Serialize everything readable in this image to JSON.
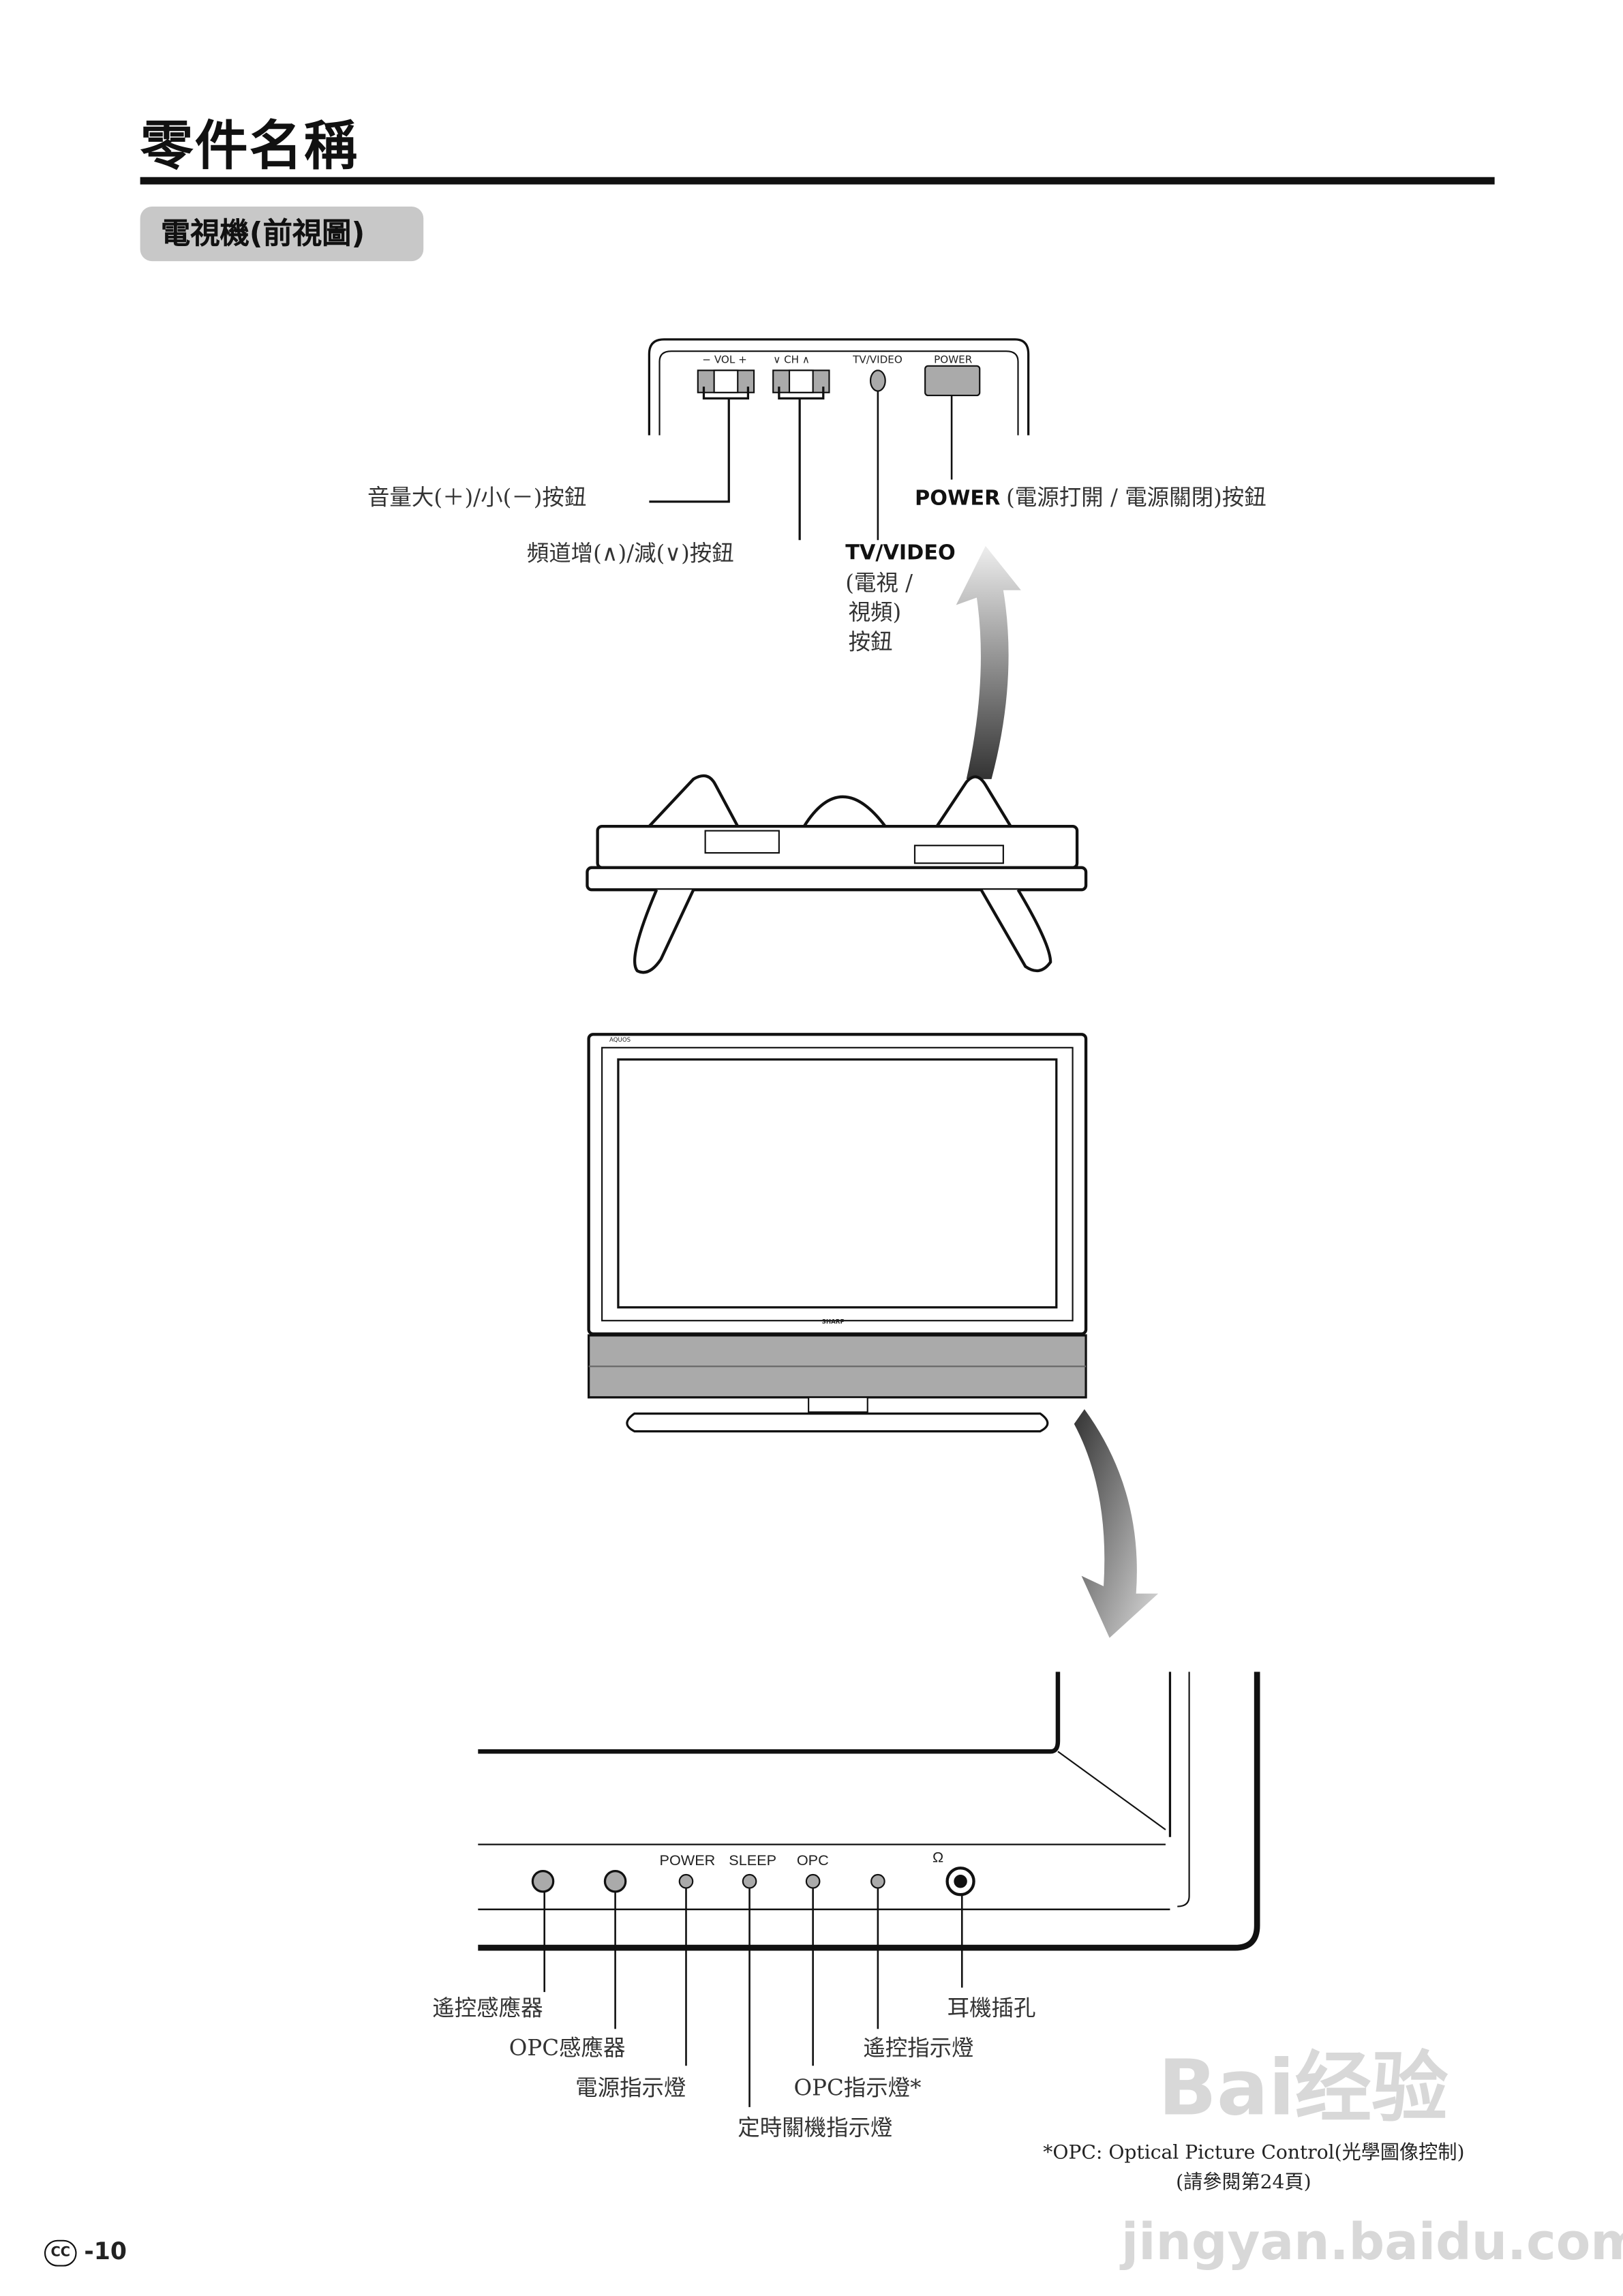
{
  "page": {
    "title": "零件名稱",
    "section": "電視機(前視圖)",
    "page_number": "-10",
    "lang_badge": "CC"
  },
  "top_panel": {
    "vol": "−  VOL  +",
    "ch": "∨  CH  ∧",
    "tv_video": "TV/VIDEO",
    "power": "POWER"
  },
  "top_callouts": {
    "volume": "音量大(＋)/小(－)按鈕",
    "channel": "頻道增(∧)/減(∨)按鈕",
    "tv_video_en": "TV/VIDEO",
    "tv_video_zh": [
      "(電視 /",
      "視頻)",
      "按鈕"
    ],
    "power_en": "POWER",
    "power_zh": "(電源打開 / 電源關閉)按鈕"
  },
  "tv_front": {
    "brand": "SHARP",
    "logo": "AQUOS"
  },
  "closeup_panel": {
    "power": "POWER",
    "sleep": "SLEEP",
    "opc": "OPC",
    "headphone_icon": "headphone-icon"
  },
  "bottom_callouts": {
    "remote_sensor": "遙控感應器",
    "opc_sensor": "OPC感應器",
    "power_indicator": "電源指示燈",
    "sleep_indicator": "定時關機指示燈",
    "opc_indicator": "OPC指示燈*",
    "remote_indicator": "遙控指示燈",
    "headphone_jack": "耳機插孔"
  },
  "footnote": {
    "line1": "*OPC: Optical Picture Control(光學圖像控制)",
    "line2": "(請參閱第24頁)"
  },
  "watermark": {
    "line1": "Bai经验",
    "line2": "jingyan.baidu.com"
  }
}
